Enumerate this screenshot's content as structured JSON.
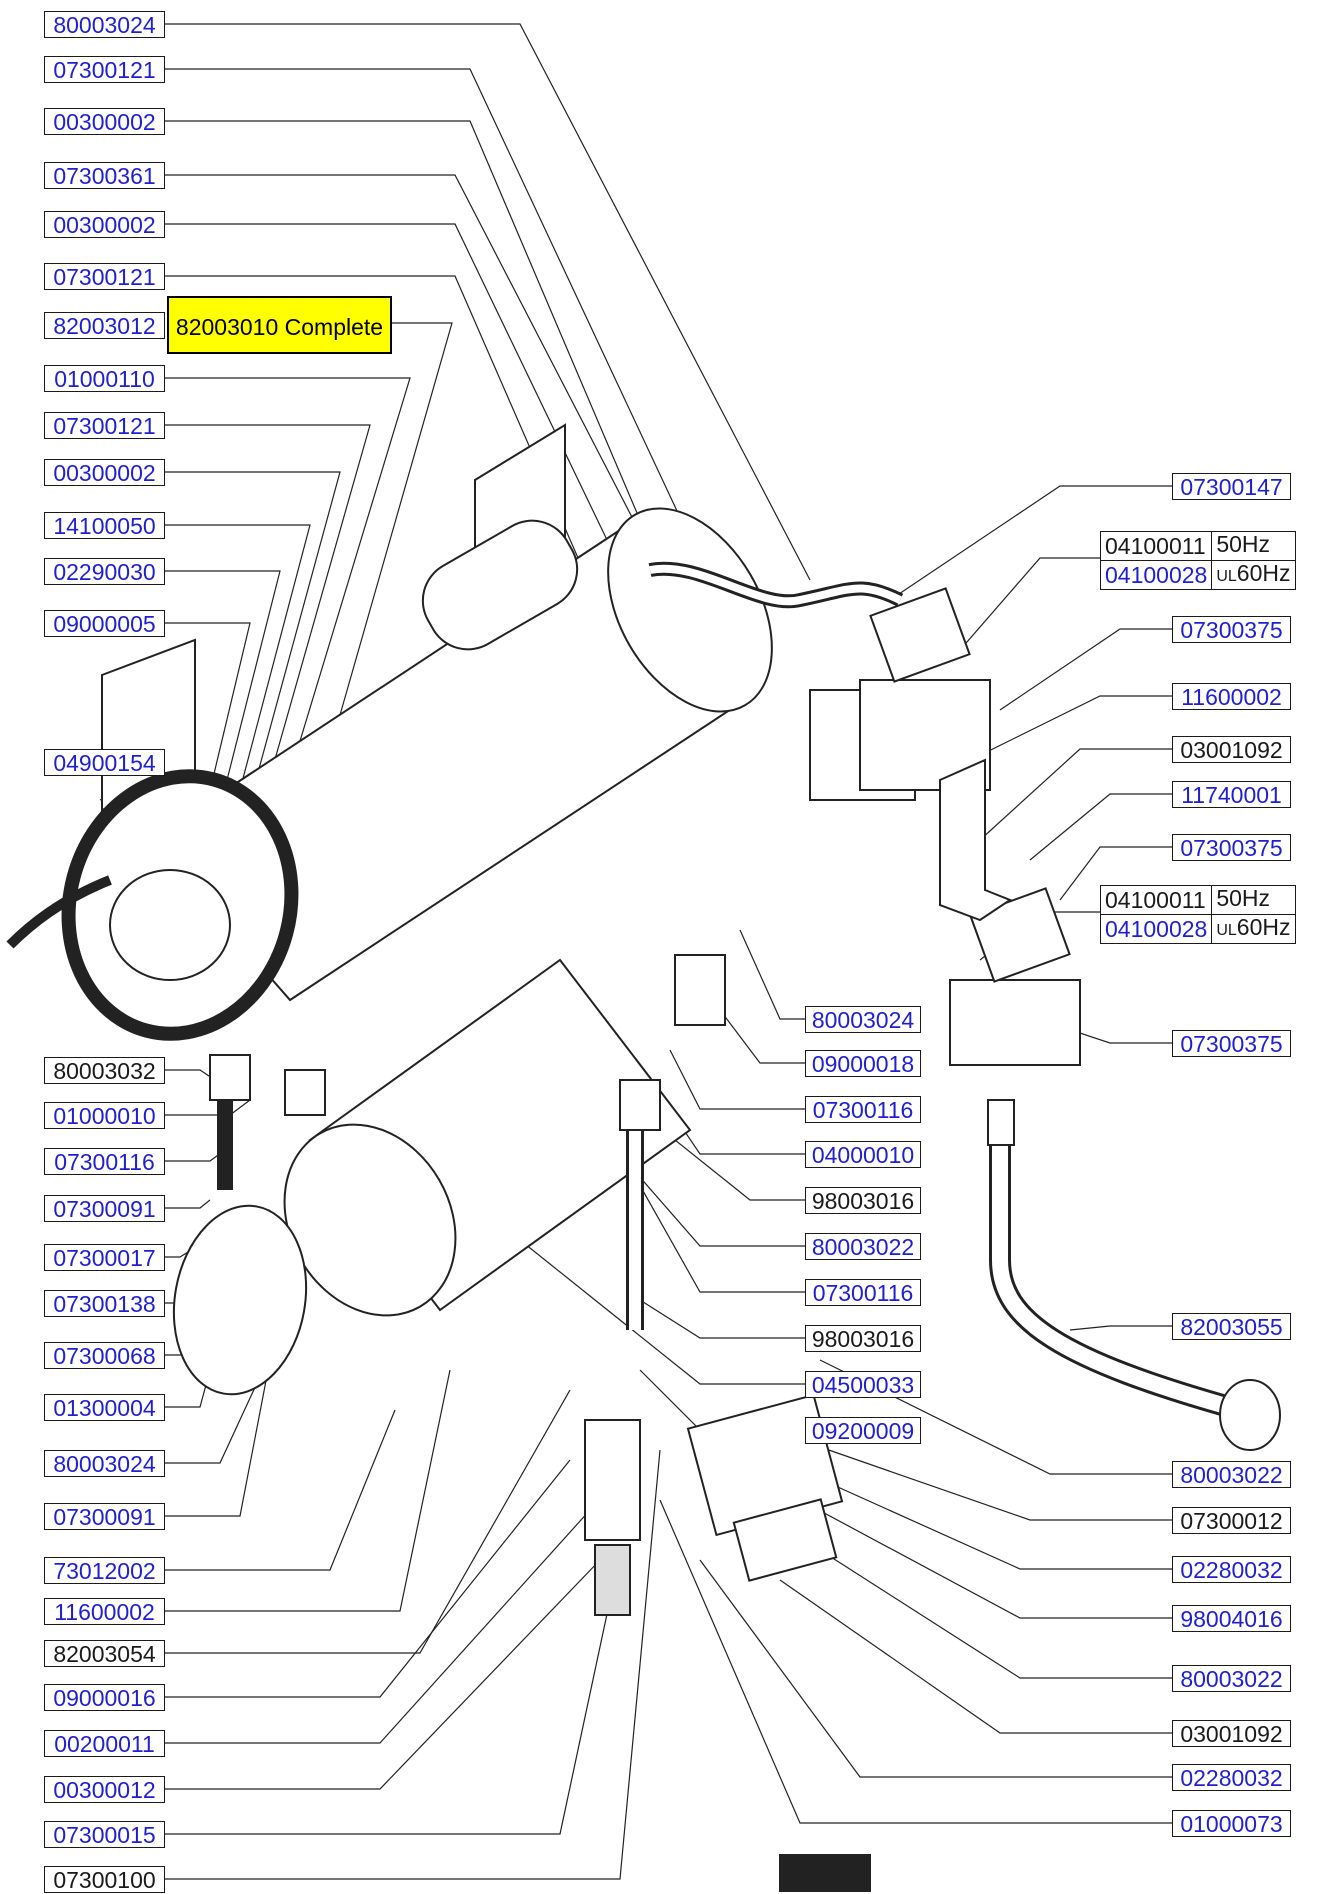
{
  "highlight": {
    "text": "82003010 Complete",
    "color": "#ffff00"
  },
  "link_color": "#1f1fd0",
  "left_labels": [
    {
      "id": "l01",
      "code": "80003024",
      "link": true
    },
    {
      "id": "l02",
      "code": "07300121",
      "link": true
    },
    {
      "id": "l03",
      "code": "00300002",
      "link": true
    },
    {
      "id": "l04",
      "code": "07300361",
      "link": true
    },
    {
      "id": "l05",
      "code": "00300002",
      "link": true
    },
    {
      "id": "l06",
      "code": "07300121",
      "link": true
    },
    {
      "id": "l07",
      "code": "82003012",
      "link": true
    },
    {
      "id": "l08",
      "code": "01000110",
      "link": true
    },
    {
      "id": "l09",
      "code": "07300121",
      "link": true
    },
    {
      "id": "l10",
      "code": "00300002",
      "link": true
    },
    {
      "id": "l11",
      "code": "14100050",
      "link": true
    },
    {
      "id": "l12",
      "code": "02290030",
      "link": true
    },
    {
      "id": "l13",
      "code": "09000005",
      "link": true
    },
    {
      "id": "l14",
      "code": "04900154",
      "link": true
    },
    {
      "id": "l15",
      "code": "80003032",
      "link": false
    },
    {
      "id": "l16",
      "code": "01000010",
      "link": true
    },
    {
      "id": "l17",
      "code": "07300116",
      "link": true
    },
    {
      "id": "l18",
      "code": "07300091",
      "link": true
    },
    {
      "id": "l19",
      "code": "07300017",
      "link": true
    },
    {
      "id": "l20",
      "code": "07300138",
      "link": true
    },
    {
      "id": "l21",
      "code": "07300068",
      "link": true
    },
    {
      "id": "l22",
      "code": "01300004",
      "link": true
    },
    {
      "id": "l23",
      "code": "80003024",
      "link": true
    },
    {
      "id": "l24",
      "code": "07300091",
      "link": true
    },
    {
      "id": "l25",
      "code": "73012002",
      "link": true
    },
    {
      "id": "l26",
      "code": "11600002",
      "link": true
    },
    {
      "id": "l27",
      "code": "82003054",
      "link": false
    },
    {
      "id": "l28",
      "code": "09000016",
      "link": true
    },
    {
      "id": "l29",
      "code": "00200011",
      "link": true
    },
    {
      "id": "l30",
      "code": "00300012",
      "link": true
    },
    {
      "id": "l31",
      "code": "07300015",
      "link": true
    },
    {
      "id": "l32",
      "code": "07300100",
      "link": false
    }
  ],
  "middle_labels": [
    {
      "id": "m01",
      "code": "80003024",
      "link": true
    },
    {
      "id": "m02",
      "code": "09000018",
      "link": true
    },
    {
      "id": "m03",
      "code": "07300116",
      "link": true
    },
    {
      "id": "m04",
      "code": "04000010",
      "link": true
    },
    {
      "id": "m05",
      "code": "98003016",
      "link": false
    },
    {
      "id": "m06",
      "code": "80003022",
      "link": true
    },
    {
      "id": "m07",
      "code": "07300116",
      "link": true
    },
    {
      "id": "m08",
      "code": "98003016",
      "link": false
    },
    {
      "id": "m09",
      "code": "04500033",
      "link": true
    },
    {
      "id": "m10",
      "code": "09200009",
      "link": true
    }
  ],
  "right_labels": [
    {
      "id": "r01",
      "code": "07300147",
      "link": true
    },
    {
      "id": "r02",
      "code": "07300375",
      "link": true
    },
    {
      "id": "r03",
      "code": "11600002",
      "link": true
    },
    {
      "id": "r04",
      "code": "03001092",
      "link": false
    },
    {
      "id": "r05",
      "code": "11740001",
      "link": true
    },
    {
      "id": "r06",
      "code": "07300375",
      "link": true
    },
    {
      "id": "r07",
      "code": "07300375",
      "link": true
    },
    {
      "id": "r08",
      "code": "82003055",
      "link": true
    },
    {
      "id": "r09",
      "code": "80003022",
      "link": true
    },
    {
      "id": "r10",
      "code": "07300012",
      "link": false
    },
    {
      "id": "r11",
      "code": "02280032",
      "link": true
    },
    {
      "id": "r12",
      "code": "98004016",
      "link": true
    },
    {
      "id": "r13",
      "code": "80003022",
      "link": true
    },
    {
      "id": "r14",
      "code": "03001092",
      "link": false
    },
    {
      "id": "r15",
      "code": "02280032",
      "link": true
    },
    {
      "id": "r16",
      "code": "01000073",
      "link": true
    }
  ],
  "variant_tables": [
    {
      "id": "v1",
      "rows": [
        {
          "code": "04100011",
          "link": false,
          "prefix": "",
          "freq": "50Hz"
        },
        {
          "code": "04100028",
          "link": true,
          "prefix": "UL",
          "freq": "60Hz"
        }
      ]
    },
    {
      "id": "v2",
      "rows": [
        {
          "code": "04100011",
          "link": false,
          "prefix": "",
          "freq": "50Hz"
        },
        {
          "code": "04100028",
          "link": true,
          "prefix": "UL",
          "freq": "60Hz"
        }
      ]
    }
  ]
}
